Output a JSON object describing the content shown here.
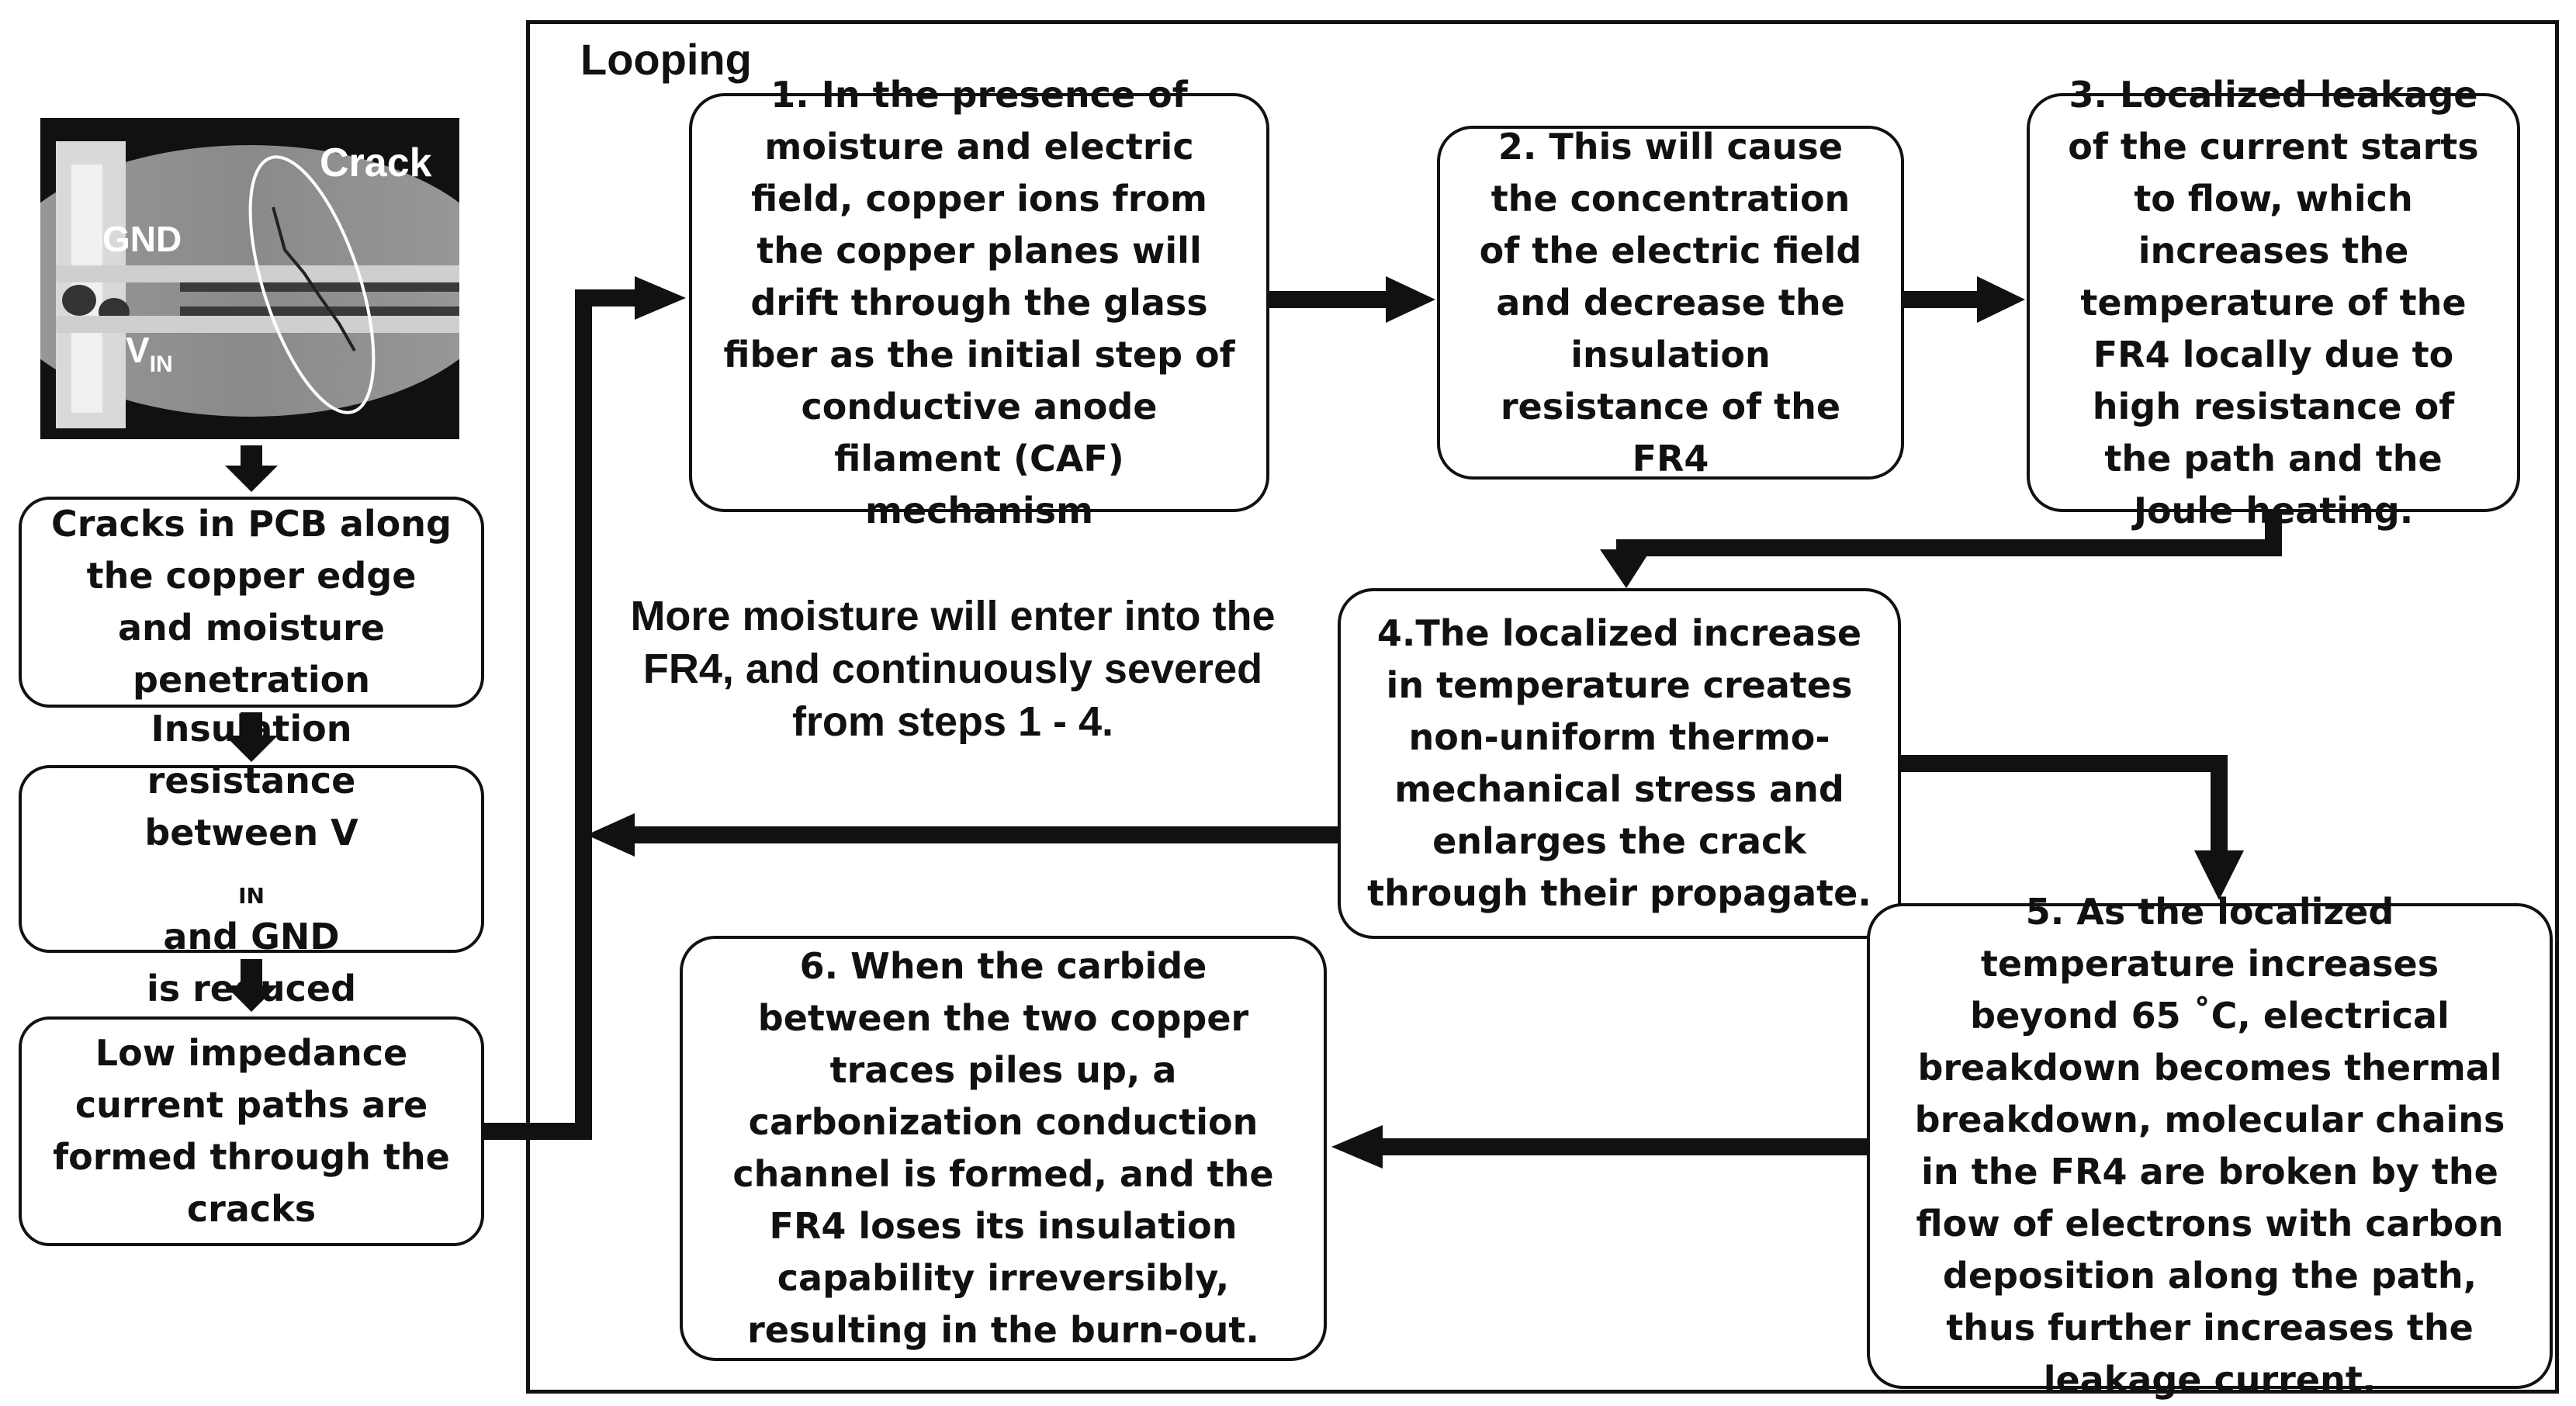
{
  "micrograph": {
    "labels": {
      "crack": "Crack",
      "gnd": "GND",
      "vin_main": "V",
      "vin_sub": "IN"
    }
  },
  "left_chain": {
    "box1": "Cracks in PCB along the copper edge and moisture penetration",
    "box2": {
      "line1": "Insulation resistance",
      "line2_pre": "between V",
      "line2_sub": "IN",
      "line2_post": " and GND",
      "line3": "is reduced"
    },
    "box3": "Low impedance current paths are formed through the cracks"
  },
  "loop": {
    "title": "Looping",
    "note": "More moisture will enter into the FR4, and continuously severed from steps 1 - 4.",
    "step1": "1. In the presence of moisture and electric field, copper ions from the copper planes will drift through the glass fiber as the initial step of conductive anode filament (CAF) mechanism",
    "step2": "2. This will cause the concentration of the electric field and decrease the insulation resistance of the FR4",
    "step3": "3. Localized leakage of the current starts to flow, which increases the temperature of the FR4 locally due to high resistance of the path and the Joule heating.",
    "step4": "4.The localized increase in temperature creates non-uniform thermo-mechanical stress and enlarges the crack through their propagate.",
    "step5": "5. As the localized temperature increases beyond 65 ˚C, electrical breakdown becomes thermal breakdown, molecular chains in the FR4 are broken by the flow of electrons with carbon deposition along the path, thus further increases the leakage current.",
    "step6": "6. When the carbide between the two copper traces piles up, a carbonization conduction channel is formed, and the FR4 loses its insulation capability irreversibly, resulting in the burn-out."
  }
}
